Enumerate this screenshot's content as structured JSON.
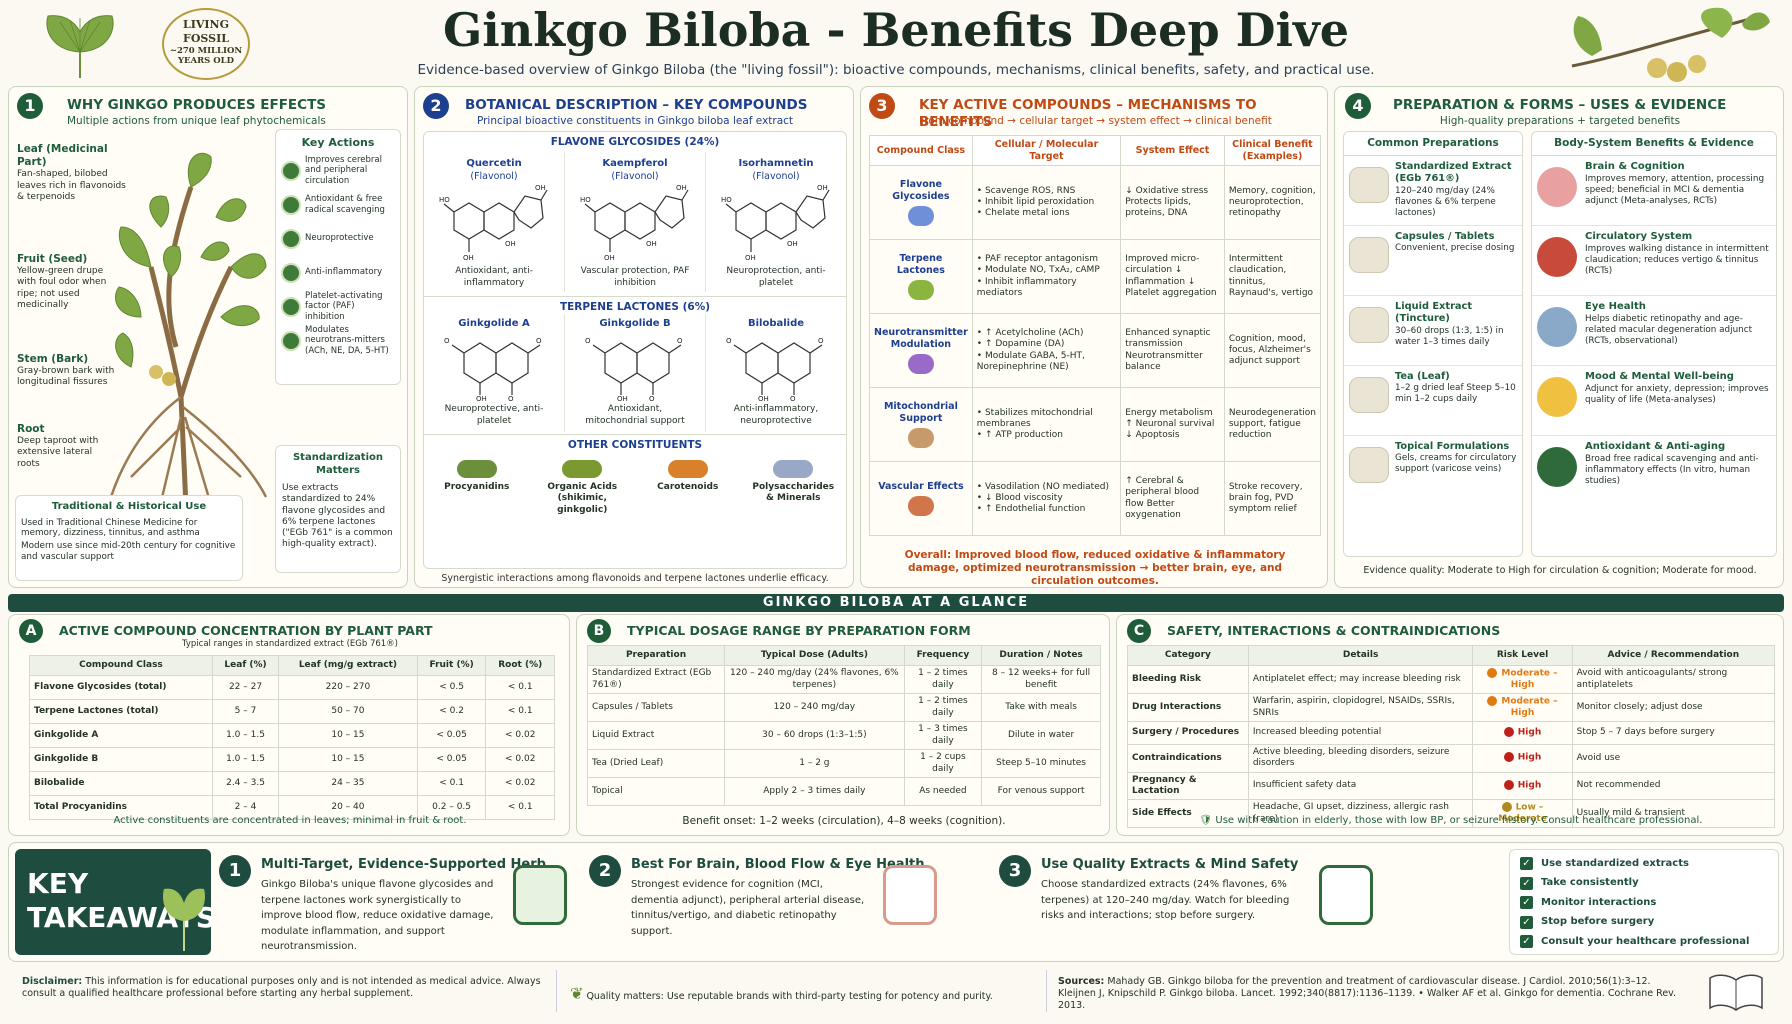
{
  "header": {
    "title": "Ginkgo Biloba - Benefits Deep Dive",
    "subtitle": "Evidence-based overview of Ginkgo Biloba (the \"living fossil\"): bioactive compounds, mechanisms, clinical benefits, safety, and practical use.",
    "badge": [
      "LIVING",
      "FOSSIL",
      "~270 MILLION",
      "YEARS OLD"
    ]
  },
  "s1": {
    "num": "1",
    "title": "WHY GINKGO PRODUCES EFFECTS",
    "subtitle": "Multiple actions from unique leaf phytochemicals",
    "parts": [
      {
        "name": "Leaf (Medicinal Part)",
        "desc": "Fan-shaped, bilobed leaves rich in flavonoids & terpenoids"
      },
      {
        "name": "Fruit (Seed)",
        "desc": "Yellow-green drupe with foul odor when ripe; not used medicinally"
      },
      {
        "name": "Stem (Bark)",
        "desc": "Gray-brown bark with longitudinal fissures"
      },
      {
        "name": "Root",
        "desc": "Deep taproot with extensive lateral roots"
      }
    ],
    "actions_title": "Key Actions",
    "actions": [
      "Improves cerebral and peripheral circulation",
      "Antioxidant & free radical scavenging",
      "Neuroprotective",
      "Anti-inflammatory",
      "Platelet-activating factor (PAF) inhibition",
      "Modulates neurotrans-mitters (ACh, NE, DA, 5-HT)"
    ],
    "std_title": "Standardization Matters",
    "std_text": "Use extracts standardized to 24% flavone glycosides and 6% terpene lactones (\"EGb 761\" is a common high-quality extract).",
    "trad_title": "Traditional & Historical Use",
    "trad_items": [
      "Used in Traditional Chinese Medicine for memory, dizziness, tinnitus, and asthma",
      "Modern use since mid-20th century for cognitive and vascular support"
    ]
  },
  "s2": {
    "num": "2",
    "title": "BOTANICAL DESCRIPTION – KEY COMPOUNDS",
    "subtitle": "Principal bioactive constituents in Ginkgo biloba leaf extract",
    "g1": "FLAVONE GLYCOSIDES (24%)",
    "flav": [
      {
        "name": "Quercetin",
        "cls": "(Flavonol)",
        "desc": "Antioxidant, anti-inflammatory"
      },
      {
        "name": "Kaempferol",
        "cls": "(Flavonol)",
        "desc": "Vascular protection, PAF inhibition"
      },
      {
        "name": "Isorhamnetin",
        "cls": "(Flavonol)",
        "desc": "Neuroprotection, anti-platelet"
      }
    ],
    "g2": "TERPENE LACTONES (6%)",
    "terp": [
      {
        "name": "Ginkgolide A",
        "desc": "Neuroprotective, anti-platelet"
      },
      {
        "name": "Ginkgolide B",
        "desc": "Antioxidant, mitochondrial support"
      },
      {
        "name": "Bilobalide",
        "desc": "Anti-inflammatory, neuroprotective"
      }
    ],
    "g3": "OTHER CONSTITUENTS",
    "other": [
      "Procyanidins",
      "Organic Acids (shikimic, ginkgolic)",
      "Carotenoids",
      "Polysaccharides & Minerals"
    ],
    "footer": "Synergistic interactions among flavonoids and terpene lactones underlie efficacy."
  },
  "s3": {
    "num": "3",
    "title": "KEY ACTIVE COMPOUNDS – MECHANISMS TO BENEFITS",
    "subtitle": "From compound → cellular target → system effect → clinical benefit",
    "headers": [
      "Compound Class",
      "Cellular / Molecular Target",
      "System Effect",
      "Clinical Benefit (Examples)"
    ],
    "rows": [
      {
        "cls": "Flavone Glycosides",
        "target": [
          "• Scavenge ROS, RNS",
          "• Inhibit lipid peroxidation",
          "• Chelate metal ions"
        ],
        "effect": "↓ Oxidative stress Protects lipids, proteins, DNA",
        "benefit": "Memory, cognition, neuroprotection, retinopathy"
      },
      {
        "cls": "Terpene Lactones",
        "target": [
          "• PAF receptor antagonism",
          "• Modulate NO, TxA₂, cAMP",
          "• Inhibit inflammatory mediators"
        ],
        "effect": "Improved micro-circulation ↓ Inflammation ↓ Platelet aggregation",
        "benefit": "Intermittent claudication, tinnitus, Raynaud's, vertigo"
      },
      {
        "cls": "Neurotransmitter Modulation",
        "target": [
          "• ↑ Acetylcholine (ACh)",
          "• ↑ Dopamine (DA)",
          "• Modulate GABA, 5-HT, Norepinephrine (NE)"
        ],
        "effect": "Enhanced synaptic transmission Neurotransmitter balance",
        "benefit": "Cognition, mood, focus, Alzheimer's adjunct support"
      },
      {
        "cls": "Mitochondrial Support",
        "target": [
          "• Stabilizes mitochondrial membranes",
          "• ↑ ATP production"
        ],
        "effect": "Energy metabolism ↑ Neuronal survival ↓ Apoptosis",
        "benefit": "Neurodegeneration support, fatigue reduction"
      },
      {
        "cls": "Vascular Effects",
        "target": [
          "• Vasodilation (NO mediated)",
          "• ↓ Blood viscosity",
          "• ↑ Endothelial function"
        ],
        "effect": "↑ Cerebral & peripheral blood flow Better oxygenation",
        "benefit": "Stroke recovery, brain fog, PVD symptom relief"
      }
    ],
    "overall": "Overall: Improved blood flow, reduced oxidative & inflammatory damage, optimized neurotransmission → better brain, eye, and circulation outcomes."
  },
  "s4": {
    "num": "4",
    "title": "PREPARATION & FORMS – USES & EVIDENCE",
    "subtitle": "High-quality preparations + targeted benefits",
    "prep_title": "Common Preparations",
    "preps": [
      {
        "name": "Standardized Extract (EGb 761®)",
        "desc": "120–240 mg/day (24% flavones & 6% terpene lactones)"
      },
      {
        "name": "Capsules / Tablets",
        "desc": "Convenient, precise dosing"
      },
      {
        "name": "Liquid Extract (Tincture)",
        "desc": "30–60 drops (1:3, 1:5) in water 1–3 times daily"
      },
      {
        "name": "Tea (Leaf)",
        "desc": "1–2 g dried leaf Steep 5–10 min 1–2 cups daily"
      },
      {
        "name": "Topical Formulations",
        "desc": "Gels, creams for circulatory support (varicose veins)"
      }
    ],
    "ben_title": "Body-System Benefits & Evidence",
    "bens": [
      {
        "name": "Brain & Cognition",
        "desc": "Improves memory, attention, processing speed; beneficial in MCI & dementia adjunct (Meta-analyses, RCTs)"
      },
      {
        "name": "Circulatory System",
        "desc": "Improves walking distance in intermittent claudication; reduces vertigo & tinnitus (RCTs)"
      },
      {
        "name": "Eye Health",
        "desc": "Helps diabetic retinopathy and age-related macular degeneration adjunct (RCTs, observational)"
      },
      {
        "name": "Mood & Mental Well-being",
        "desc": "Adjunct for anxiety, depression; improves quality of life (Meta-analyses)"
      },
      {
        "name": "Antioxidant & Anti-aging",
        "desc": "Broad free radical scavenging and anti-inflammatory effects (In vitro, human studies)"
      }
    ],
    "footer": "Evidence quality: Moderate to High for circulation & cognition; Moderate for mood."
  },
  "glance": "GINKGO BILOBA AT A GLANCE",
  "sA": {
    "letter": "A",
    "title": "ACTIVE COMPOUND CONCENTRATION BY PLANT PART",
    "subtitle": "Typical ranges in standardized extract (EGb 761®)",
    "headers": [
      "Compound Class",
      "Leaf (%)",
      "Leaf (mg/g extract)",
      "Fruit (%)",
      "Root (%)"
    ],
    "rows": [
      [
        "Flavone Glycosides (total)",
        "22 – 27",
        "220 – 270",
        "< 0.5",
        "< 0.1"
      ],
      [
        "Terpene Lactones (total)",
        "5 – 7",
        "50 – 70",
        "< 0.2",
        "< 0.1"
      ],
      [
        "Ginkgolide A",
        "1.0 – 1.5",
        "10 – 15",
        "< 0.05",
        "< 0.02"
      ],
      [
        "Ginkgolide B",
        "1.0 – 1.5",
        "10 – 15",
        "< 0.05",
        "< 0.02"
      ],
      [
        "Bilobalide",
        "2.4 – 3.5",
        "24 – 35",
        "< 0.1",
        "< 0.02"
      ],
      [
        "Total Procyanidins",
        "2 – 4",
        "20 – 40",
        "0.2 – 0.5",
        "< 0.1"
      ]
    ],
    "footer": "Active constituents are concentrated in leaves; minimal in fruit & root."
  },
  "sB": {
    "letter": "B",
    "title": "TYPICAL DOSAGE RANGE BY PREPARATION FORM",
    "headers": [
      "Preparation",
      "Typical Dose (Adults)",
      "Frequency",
      "Duration / Notes"
    ],
    "rows": [
      [
        "Standardized Extract (EGb 761®)",
        "120 – 240 mg/day (24% flavones, 6% terpenes)",
        "1 – 2 times daily",
        "8 – 12 weeks+ for full benefit"
      ],
      [
        "Capsules / Tablets",
        "120 – 240 mg/day",
        "1 – 2 times daily",
        "Take with meals"
      ],
      [
        "Liquid Extract",
        "30 – 60 drops (1:3–1:5)",
        "1 – 3 times daily",
        "Dilute in water"
      ],
      [
        "Tea (Dried Leaf)",
        "1 – 2 g",
        "1 – 2 cups daily",
        "Steep 5–10 minutes"
      ],
      [
        "Topical",
        "Apply 2 – 3 times daily",
        "As needed",
        "For venous support"
      ]
    ],
    "footer": "Benefit onset: 1–2 weeks (circulation), 4–8 weeks (cognition)."
  },
  "sC": {
    "letter": "C",
    "title": "SAFETY, INTERACTIONS & CONTRAINDICATIONS",
    "headers": [
      "Category",
      "Details",
      "Risk Level",
      "Advice / Recommendation"
    ],
    "rows": [
      [
        "Bleeding Risk",
        "Antiplatelet effect; may increase bleeding risk",
        "Moderate – High",
        "Avoid with anticoagulants/ strong antiplatelets"
      ],
      [
        "Drug Interactions",
        "Warfarin, aspirin, clopidogrel, NSAIDs, SSRIs, SNRIs",
        "Moderate – High",
        "Monitor closely; adjust dose"
      ],
      [
        "Surgery / Procedures",
        "Increased bleeding potential",
        "High",
        "Stop 5 – 7 days before surgery"
      ],
      [
        "Contraindications",
        "Active bleeding, bleeding disorders, seizure disorders",
        "High",
        "Avoid use"
      ],
      [
        "Pregnancy & Lactation",
        "Insufficient safety data",
        "High",
        "Not recommended"
      ],
      [
        "Side Effects",
        "Headache, GI upset, dizziness, allergic rash (rare)",
        "Low – Moderate",
        "Usually mild & transient"
      ]
    ],
    "footer": "Use with caution in elderly, those with low BP, or seizure history. Consult healthcare professional."
  },
  "takeaways": {
    "label": [
      "KEY",
      "TAKEAWAYS"
    ],
    "items": [
      {
        "num": "1",
        "title": "Multi-Target, Evidence-Supported Herb",
        "text": "Ginkgo Biloba's unique flavone glycosides and terpene lactones work synergistically to improve blood flow, reduce oxidative damage, modulate inflammation, and support neurotransmission."
      },
      {
        "num": "2",
        "title": "Best For Brain, Blood Flow & Eye Health",
        "text": "Strongest evidence for cognition (MCI, dementia adjunct), peripheral arterial disease, tinnitus/vertigo, and diabetic retinopathy support."
      },
      {
        "num": "3",
        "title": "Use Quality Extracts & Mind Safety",
        "text": "Choose standardized extracts (24% flavones, 6% terpenes) at 120–240 mg/day. Watch for bleeding risks and interactions; stop before surgery."
      }
    ],
    "checks": [
      "Use standardized extracts",
      "Take consistently",
      "Monitor interactions",
      "Stop before surgery",
      "Consult your healthcare professional"
    ]
  },
  "footer": {
    "disc_label": "Disclaimer:",
    "disc_text": "This information is for educational purposes only and is not intended as medical advice. Always consult a qualified healthcare professional before starting any herbal supplement.",
    "quality": "Quality matters: Use reputable brands with third-party testing for potency and purity.",
    "src_label": "Sources:",
    "src1": "Mahady GB. Ginkgo biloba for the prevention and treatment of cardiovascular disease. J Cardiol. 2010;56(1):3–12.",
    "src2": "Kleijnen J, Knipschild P. Ginkgo biloba. Lancet. 1992;340(8817):1136–1139.  •  Walker AF et al. Ginkgo for dementia. Cochrane Rev. 2013."
  },
  "colors": {
    "green": "#1e5c3a",
    "blue": "#1d3f8f",
    "orange": "#c04a14",
    "teal": "#1e4d40"
  }
}
